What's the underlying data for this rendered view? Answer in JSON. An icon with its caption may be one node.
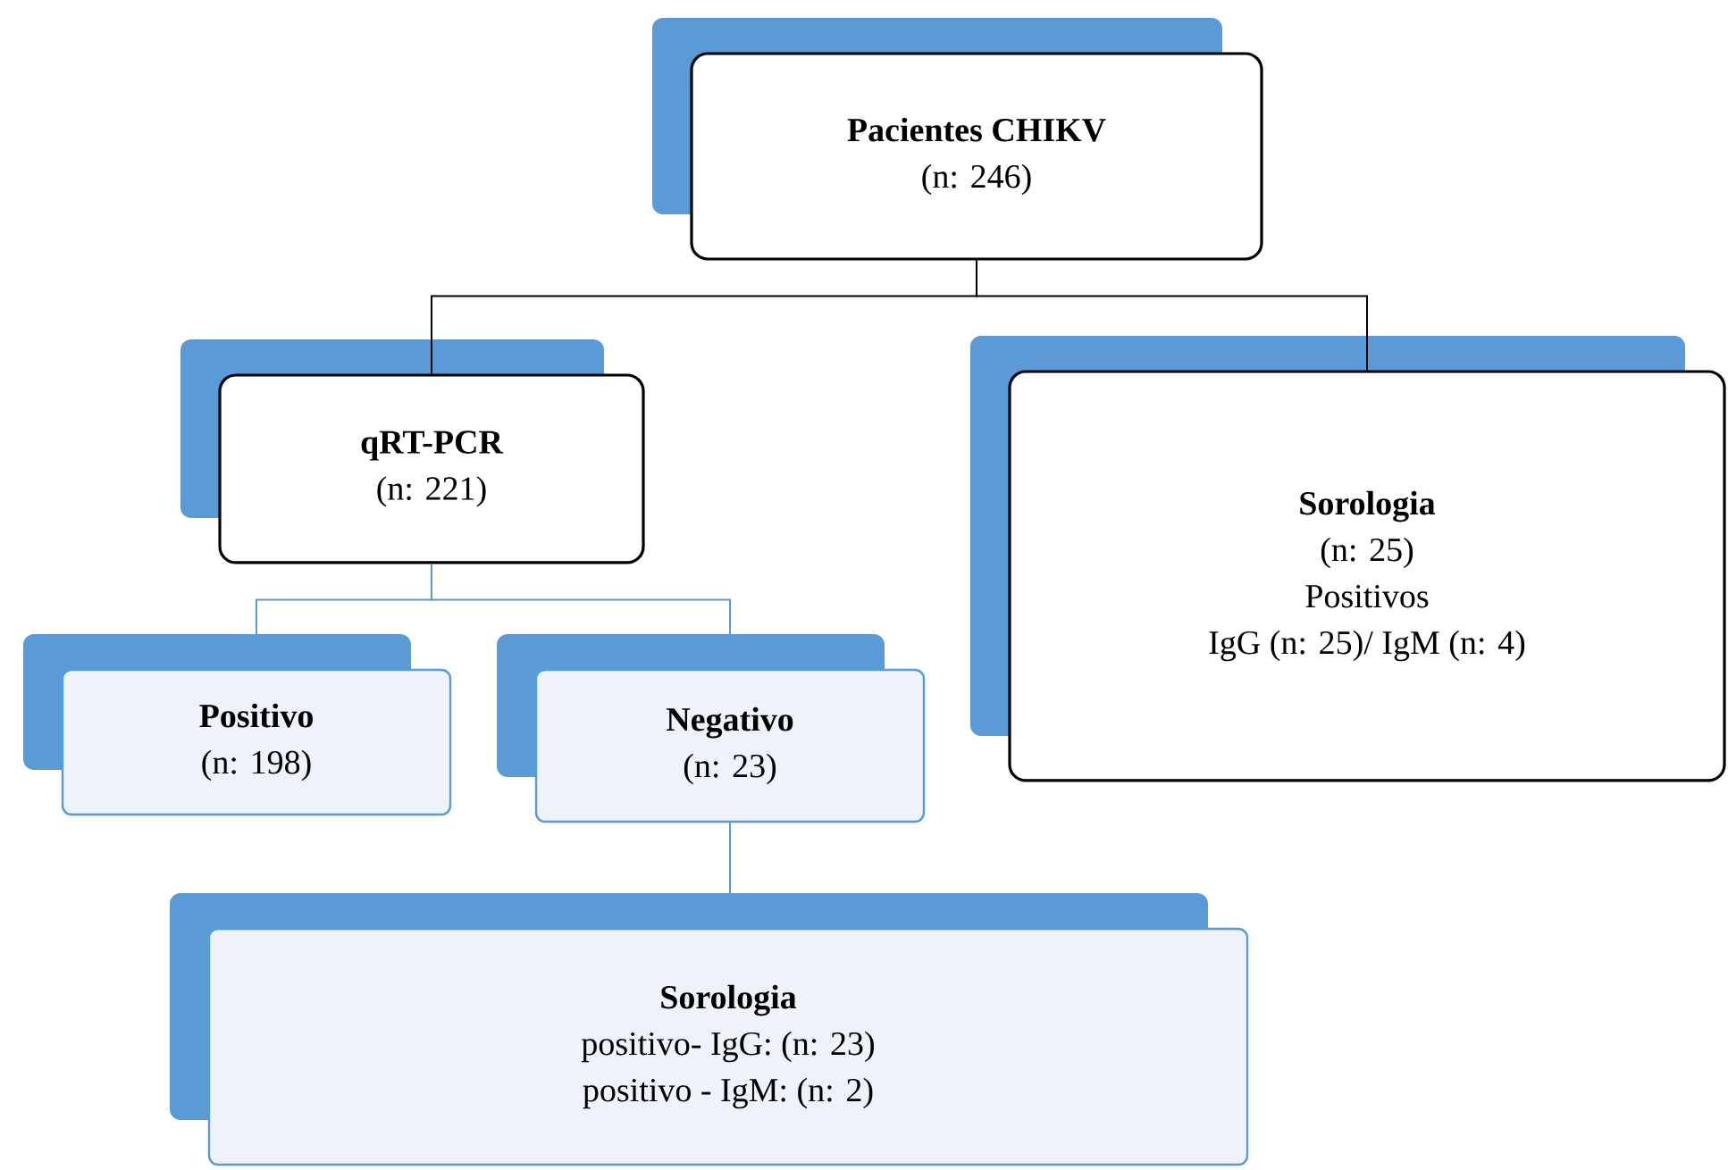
{
  "diagram": {
    "nodes": [
      {
        "text": [
          "Pacientes CHIKV",
          "(n: 246)"
        ]
      },
      {
        "text": [
          "qRT-PCR",
          "(n: 221)"
        ]
      },
      {
        "text": [
          "Sorologia",
          "(n: 25)",
          "Positivos",
          "IgG (n: 25)/ IgM (n: 4)"
        ]
      },
      {
        "text": [
          "Positivo",
          "(n: 198)"
        ]
      },
      {
        "text": [
          "Negativo",
          "(n: 23)"
        ]
      },
      {
        "text": [
          "Sorologia",
          "positivo- IgG: (n: 23)",
          "positivo - IgM: (n: 2)"
        ]
      }
    ],
    "edges": [
      {
        "from": 0,
        "to": 1,
        "arrow": "none",
        "color": "#000000"
      },
      {
        "from": 0,
        "to": 2,
        "arrow": "none",
        "color": "#000000"
      },
      {
        "from": 1,
        "to": 3,
        "arrow": "none",
        "color": "#5b9bd5"
      },
      {
        "from": 1,
        "to": 4,
        "arrow": "none",
        "color": "#5b9bd5"
      },
      {
        "from": 4,
        "to": 5,
        "arrow": "none",
        "color": "#5b9bd5"
      }
    ]
  }
}
